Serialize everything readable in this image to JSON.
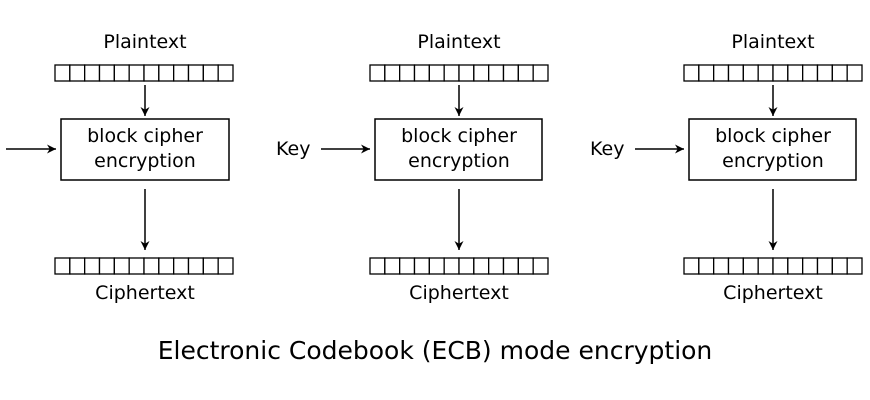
{
  "diagram": {
    "caption": "Electronic Codebook (ECB) mode encryption",
    "stages": [
      {
        "input_label": "Plaintext",
        "key_label": "",
        "box_line1": "block cipher",
        "box_line2": "encryption",
        "output_label": "Ciphertext"
      },
      {
        "input_label": "Plaintext",
        "key_label": "Key",
        "box_line1": "block cipher",
        "box_line2": "encryption",
        "output_label": "Ciphertext"
      },
      {
        "input_label": "Plaintext",
        "key_label": "Key",
        "box_line1": "block cipher",
        "box_line2": "encryption",
        "output_label": "Ciphertext"
      }
    ]
  }
}
